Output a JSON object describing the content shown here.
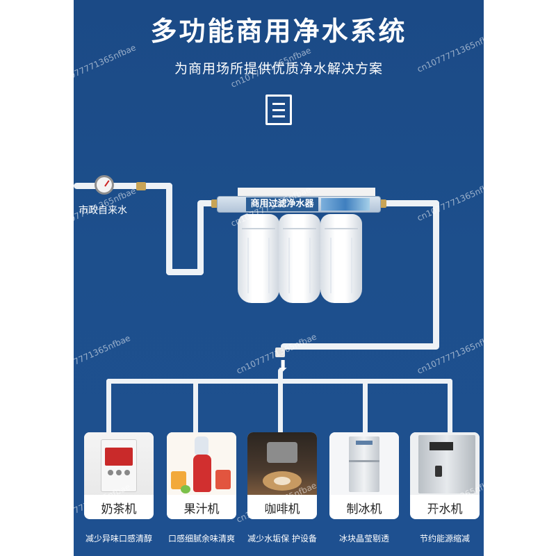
{
  "header": {
    "title": "多功能商用净水系统",
    "subtitle": "为商用场所提供优质净水解决方案"
  },
  "diagram": {
    "tap_label": "市政自来水",
    "filter_label": "商用过滤净水器"
  },
  "applications": [
    {
      "name": "奶茶机",
      "desc": "减少异味口感清醇"
    },
    {
      "name": "果汁机",
      "desc": "口感细腻余味清爽"
    },
    {
      "name": "咖啡机",
      "desc": "减少水垢保 护设备"
    },
    {
      "name": "制冰机",
      "desc": "冰块晶莹剔透"
    },
    {
      "name": "开水机",
      "desc": "节约能源缩减"
    }
  ],
  "watermark": "cn1077771365nfbae",
  "colors": {
    "background": "#1d4f8c",
    "pipe": "#eef2f6",
    "text": "#ffffff"
  }
}
